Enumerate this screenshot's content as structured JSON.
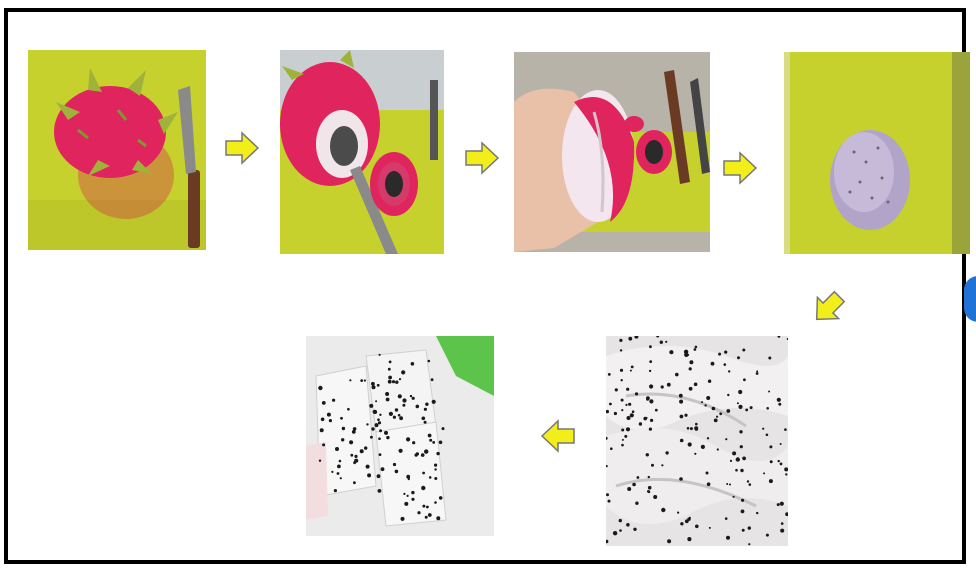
{
  "colors": {
    "board": "#c7d12e",
    "skin": "#e0245e",
    "flesh": "#f1eef0",
    "seed": "#1a1a1a",
    "arrow_fill": "#f2ee1a",
    "arrow_stroke": "#777777",
    "frame": "#000000",
    "badge": "#1f73d6"
  },
  "flow": {
    "steps": [
      {
        "name": "whole-dragon-fruit-on-board"
      },
      {
        "name": "dragon-fruit-cut-in-half"
      },
      {
        "name": "peeling-skin-by-hand"
      },
      {
        "name": "peeled-fruit"
      },
      {
        "name": "sliced-flesh-closeup"
      },
      {
        "name": "cubed-flesh"
      }
    ],
    "arrows": [
      {
        "direction": "right"
      },
      {
        "direction": "right"
      },
      {
        "direction": "right"
      },
      {
        "direction": "down-left"
      },
      {
        "direction": "left"
      }
    ]
  }
}
